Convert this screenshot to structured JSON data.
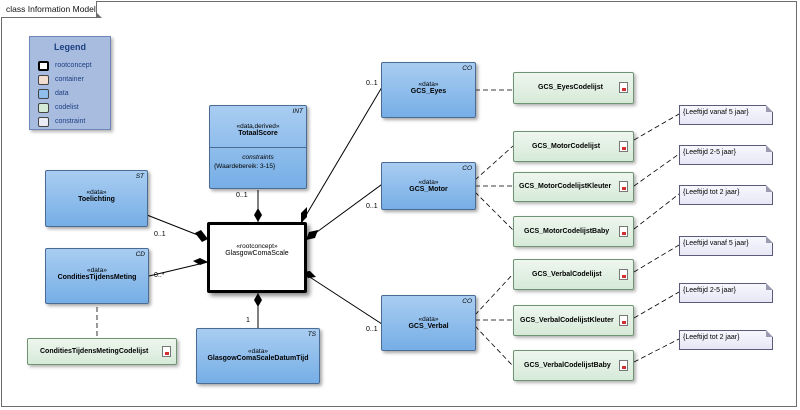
{
  "frame_title": "class Information Model",
  "legend": {
    "title": "Legend",
    "items": [
      {
        "label": "rootconcept",
        "color": "#ffffff"
      },
      {
        "label": "container",
        "color": "#f2dfd0"
      },
      {
        "label": "data",
        "color": "#8fbdec"
      },
      {
        "label": "codelist",
        "color": "#d6ead8"
      },
      {
        "label": "constraint",
        "color": "#ececf7"
      }
    ]
  },
  "root": {
    "stereotype": "«rootconcept»",
    "name": "GlasgowComaScale"
  },
  "totaalscore": {
    "tag": "INT",
    "stereotype": "«data,derived»",
    "name": "TotaalScore",
    "constraints_heading": "constraints",
    "constraint": "{Waardebereik: 3-15}"
  },
  "toelichting": {
    "tag": "ST",
    "stereotype": "«data»",
    "name": "Toelichting"
  },
  "condities": {
    "tag": "CD",
    "stereotype": "«data»",
    "name": "ConditiesTijdensMeting"
  },
  "datumtijd": {
    "tag": "TS",
    "stereotype": "«data»",
    "name": "GlasgowComaScaleDatumTijd"
  },
  "eyes": {
    "tag": "CO",
    "stereotype": "«data»",
    "name": "GCS_Eyes"
  },
  "motor": {
    "tag": "CO",
    "stereotype": "«data»",
    "name": "GCS_Motor"
  },
  "verbal": {
    "tag": "CO",
    "stereotype": "«data»",
    "name": "GCS_Verbal"
  },
  "codelists": {
    "eyes": "GCS_EyesCodelijst",
    "motor": "GCS_MotorCodelijst",
    "motor_kleuter": "GCS_MotorCodelijstKleuter",
    "motor_baby": "GCS_MotorCodelijstBaby",
    "verbal": "GCS_VerbalCodelijst",
    "verbal_kleuter": "GCS_VerbalCodelijstKleuter",
    "verbal_baby": "GCS_VerbalCodelijstBaby",
    "condities": "ConditiesTijdensMetingCodelijst"
  },
  "notes": {
    "motor_5": "{Leeftijd vanaf 5 jaar}",
    "motor_2_5": "{Leeftijd 2-5 jaar}",
    "motor_baby": "{Leeftijd tot 2 jaar}",
    "verbal_5": "{Leeftijd vanaf 5 jaar}",
    "verbal_2_5": "{Leeftijd 2-5 jaar}",
    "verbal_baby": "{Leeftijd tot 2 jaar}"
  },
  "multiplicity": {
    "eyes": "0..1",
    "totaalscore": "0..1",
    "toelichting": "0..1",
    "motor": "0..1",
    "condities": "0..*",
    "verbal": "0..1",
    "datumtijd": "1"
  }
}
